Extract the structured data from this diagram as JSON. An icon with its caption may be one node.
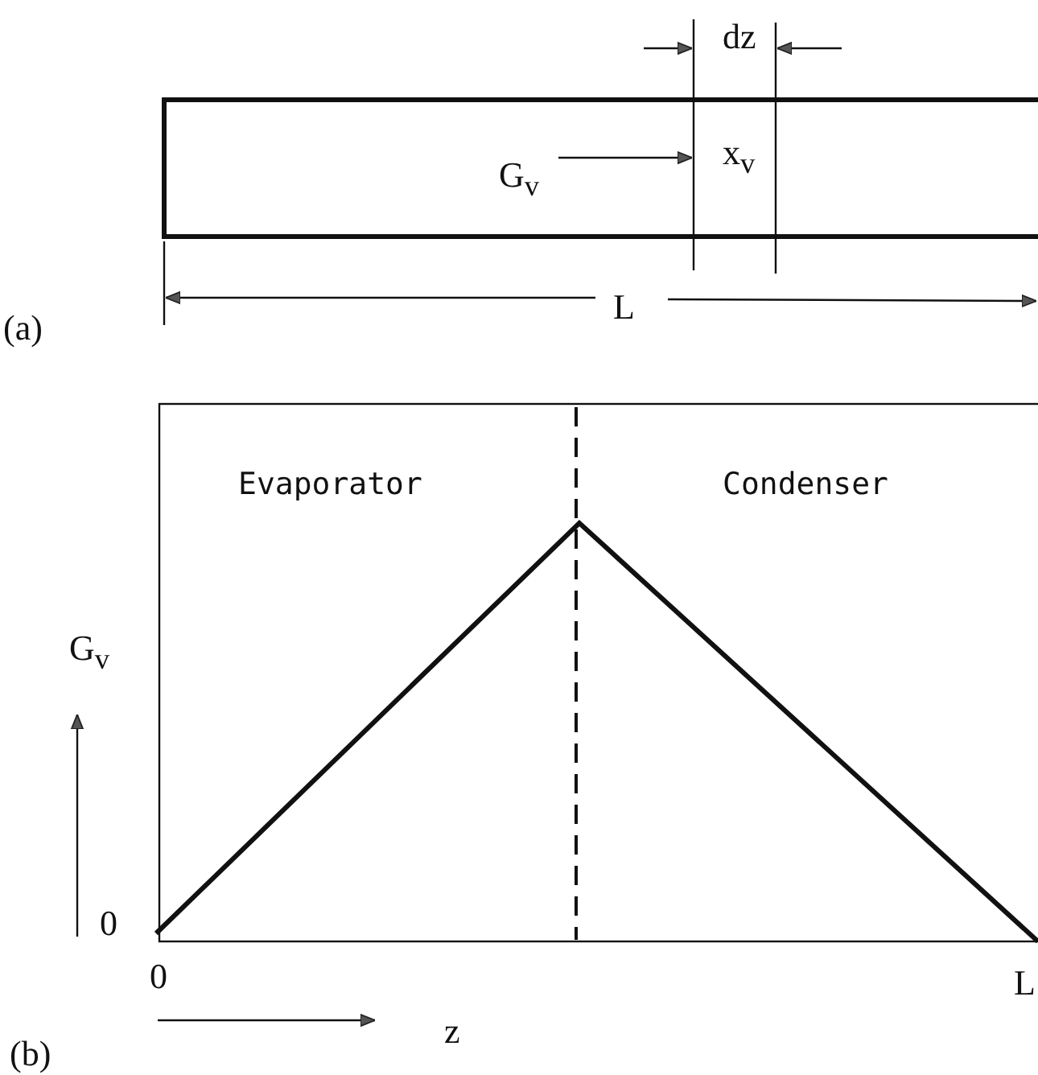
{
  "diagram": {
    "labels": [
      "dz",
      "G$_{v}$",
      "x$_{v}$",
      "L",
      "(a)",
      "Evaporator",
      "Condenser",
      "G$_{v}$",
      "0",
      "0",
      "L",
      "z",
      "(b)"
    ]
  }
}
